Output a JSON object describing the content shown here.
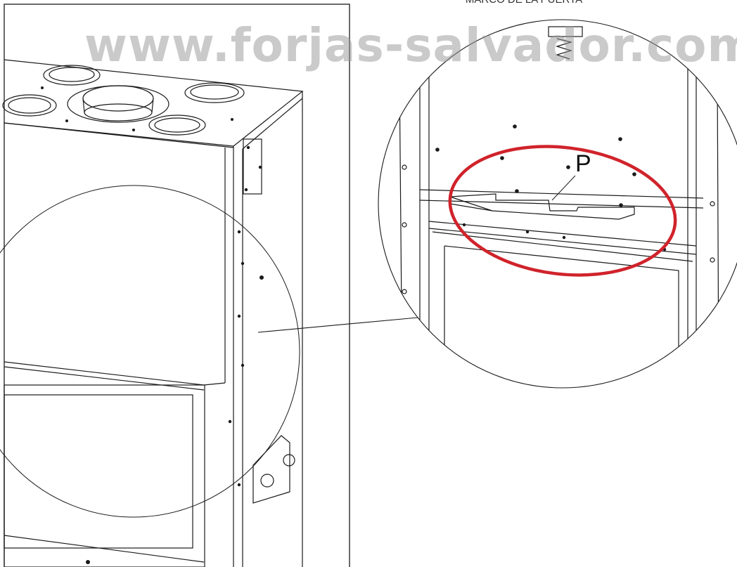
{
  "caption": "MARCO DE LA PUERTA",
  "watermark": "www.forjas-salvador.com",
  "callout": {
    "label": "P",
    "highlight_color": "#d0232b"
  },
  "colors": {
    "line": "#1a1a1a",
    "background": "#ffffff"
  }
}
